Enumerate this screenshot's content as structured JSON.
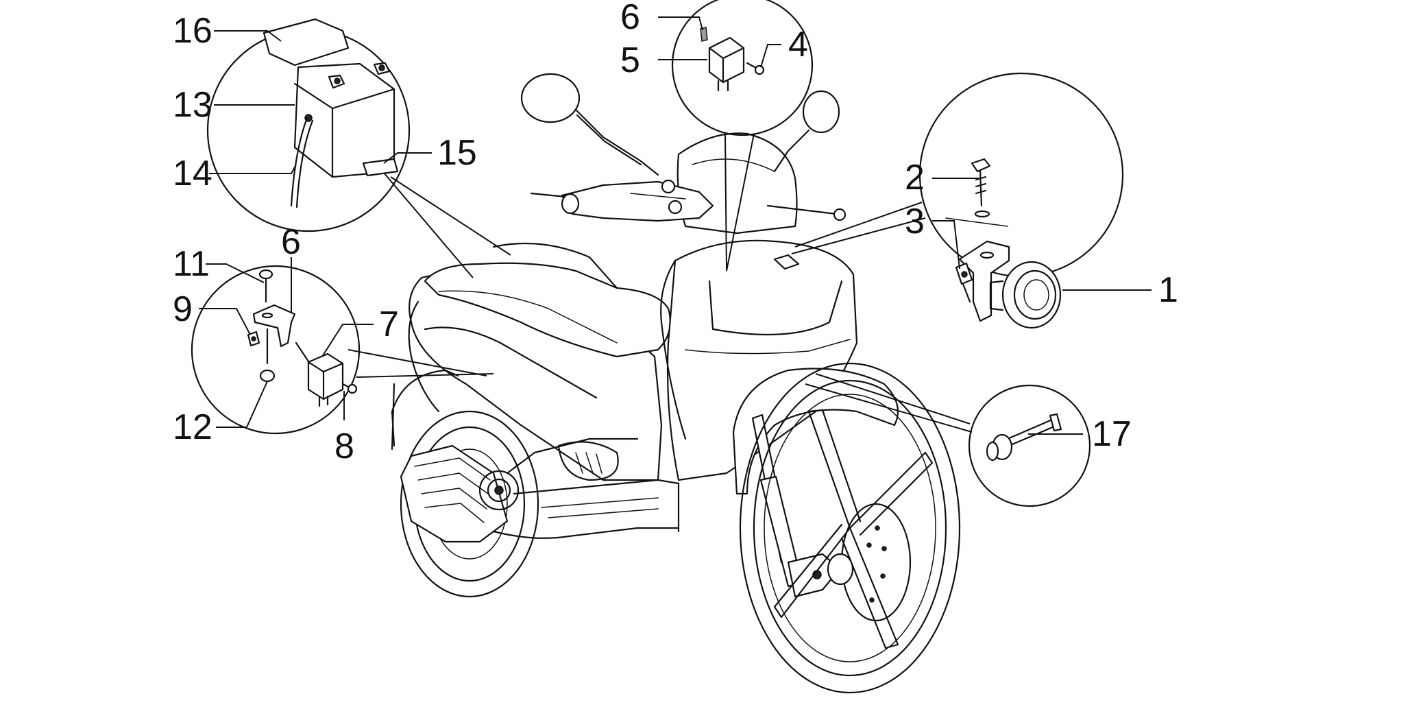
{
  "callouts": [
    {
      "id": "c1",
      "label": "1"
    },
    {
      "id": "c2",
      "label": "2"
    },
    {
      "id": "c3",
      "label": "3"
    },
    {
      "id": "c4",
      "label": "4"
    },
    {
      "id": "c5",
      "label": "5"
    },
    {
      "id": "c6a",
      "label": "6"
    },
    {
      "id": "c6b",
      "label": "6"
    },
    {
      "id": "c7",
      "label": "7"
    },
    {
      "id": "c8",
      "label": "8"
    },
    {
      "id": "c9",
      "label": "9"
    },
    {
      "id": "c11",
      "label": "11"
    },
    {
      "id": "c12",
      "label": "12"
    },
    {
      "id": "c13",
      "label": "13"
    },
    {
      "id": "c14",
      "label": "14"
    },
    {
      "id": "c15",
      "label": "15"
    },
    {
      "id": "c16",
      "label": "16"
    },
    {
      "id": "c17",
      "label": "17"
    }
  ],
  "colors": {
    "line": "#111111",
    "background": "#ffffff"
  }
}
